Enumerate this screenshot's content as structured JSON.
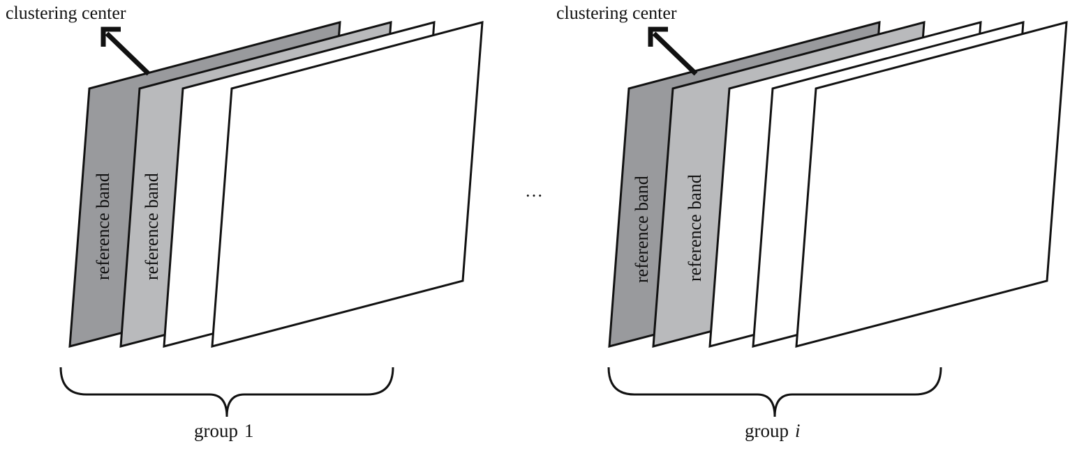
{
  "groups": [
    {
      "id": "group-1",
      "center_label": "clustering center",
      "reference_labels": [
        "reference band",
        "reference band"
      ],
      "group_label": "group",
      "group_index": "1",
      "colors": {
        "ref1": "#999a9d",
        "ref2": "#b9babc",
        "plain": "#ffffff"
      }
    },
    {
      "id": "group-i",
      "center_label": "clustering center",
      "reference_labels": [
        "reference band",
        "reference band"
      ],
      "group_label": "group",
      "group_index": "i",
      "colors": {
        "ref1": "#999a9d",
        "ref2": "#b9babc",
        "plain": "#ffffff"
      }
    }
  ],
  "ellipsis": "…"
}
